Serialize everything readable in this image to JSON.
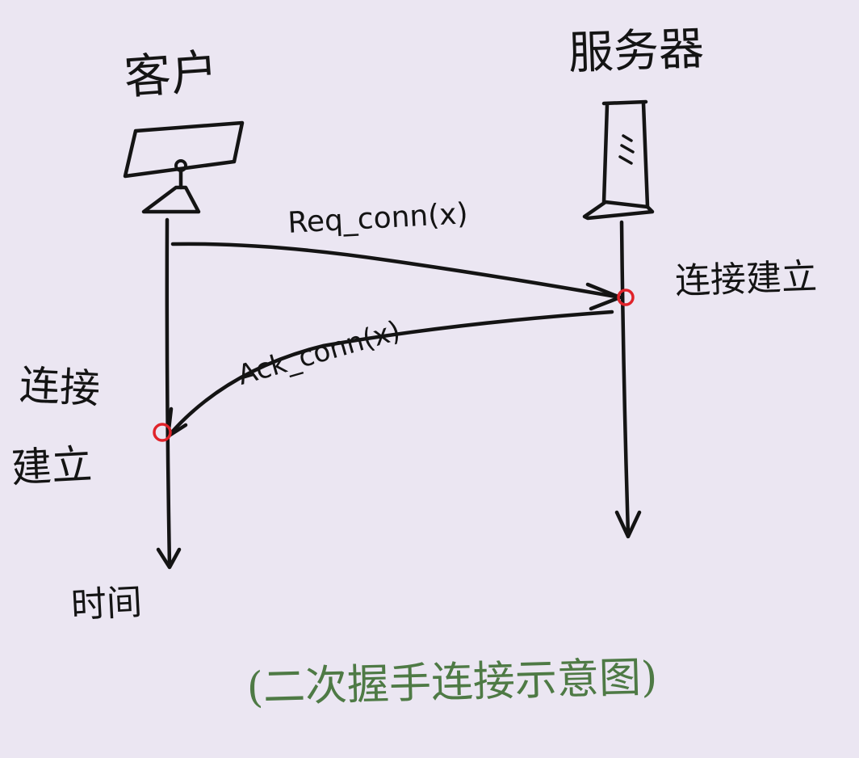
{
  "diagram": {
    "client_label": "客户",
    "server_label": "服务器",
    "request_message": "Req_conn(x)",
    "ack_message": "Ack_conn(x)",
    "server_state": "连接建立",
    "client_state_line1": "连接",
    "client_state_line2": "建立",
    "time_label": "时间",
    "caption": "(二次握手连接示意图)",
    "colors": {
      "ink": "#141414",
      "marker": "#e0232a",
      "caption": "#4e7a45",
      "background": "#ebe6f2"
    },
    "icons": {
      "client": "computer-monitor-icon",
      "server": "server-tower-icon"
    }
  }
}
